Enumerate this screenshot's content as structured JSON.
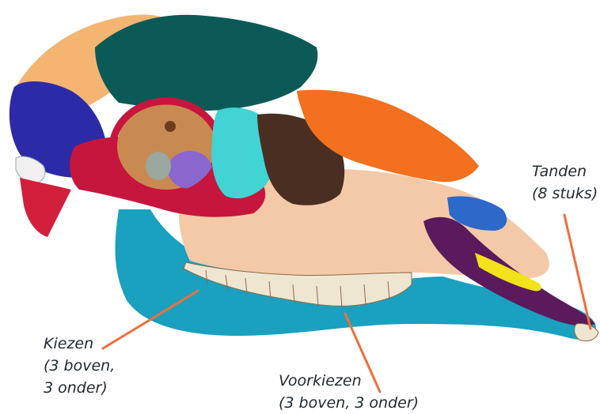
{
  "labels": {
    "tanden": {
      "line1": "Tanden",
      "line2": "(8 stuks)"
    },
    "kiezen": {
      "line1": "Kiezen",
      "line2": "(3 boven,",
      "line3": "3 onder)"
    },
    "voorkiezen": {
      "line1": "Voorkiezen",
      "line2": "(3 boven, 3 onder)"
    }
  },
  "colors": {
    "leader_line": "#ee6f3c",
    "mandible": "#19a1bf",
    "maxilla": "#f4c9a8",
    "frontal": "#0c5a57",
    "nasal": "#f2701e",
    "zygomatic": "#c7163d",
    "temporal": "#2d2aa8",
    "incisive": "#5b1a5c",
    "lacrimal": "#42d3d4",
    "orbit_purple": "#8a67cf",
    "premaxilla_blue": "#2c69c8",
    "canine_yellow": "#f1e21a",
    "parietal": "#f4b572",
    "teeth": "#efe6d2",
    "dark_bone": "#4a2e22"
  }
}
